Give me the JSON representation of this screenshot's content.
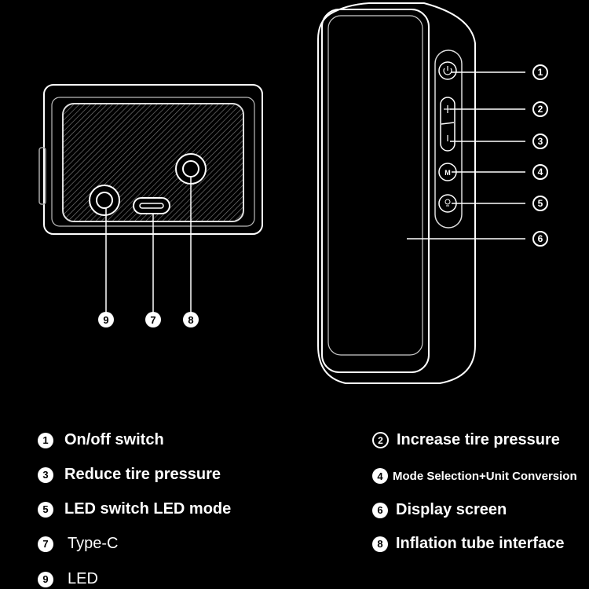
{
  "callouts": {
    "c1": "1",
    "c2": "2",
    "c3": "3",
    "c4": "4",
    "c5": "5",
    "c6": "6",
    "c7": "7",
    "c8": "8",
    "c9": "9"
  },
  "button_glyphs": {
    "mode": "M"
  },
  "legend": [
    {
      "num": "1",
      "text": "On/off switch"
    },
    {
      "num": "2",
      "text": "Increase tire pressure"
    },
    {
      "num": "3",
      "text": "Reduce tire pressure"
    },
    {
      "num": "4",
      "text": "Mode Selection+Unit Conversion"
    },
    {
      "num": "5",
      "text": "LED switch LED mode"
    },
    {
      "num": "6",
      "text": "Display screen"
    },
    {
      "num": "7",
      "text": "Type-C"
    },
    {
      "num": "8",
      "text": "Inflation tube interface"
    },
    {
      "num": "9",
      "text": "LED"
    }
  ],
  "colors": {
    "background": "#000000",
    "line": "#ffffff",
    "mesh": "#6a6a6a"
  }
}
